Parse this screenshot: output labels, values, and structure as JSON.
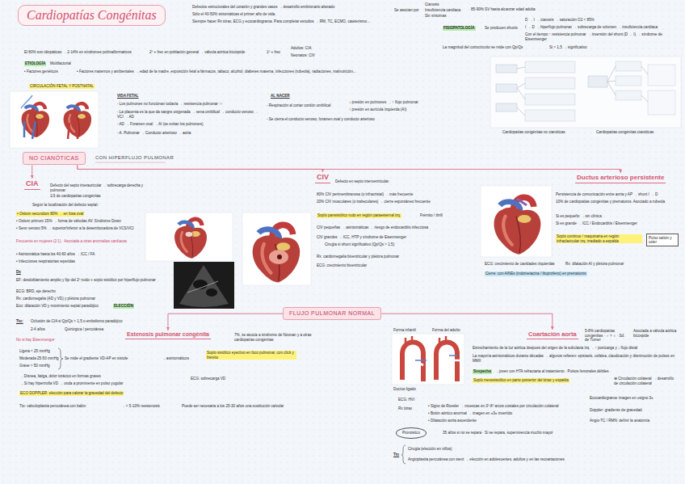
{
  "diagram": {
    "title": "Cardiopatías Congénitas",
    "nodes": [
      {
        "text": [
          "NO CIANÓTICAS"
        ]
      },
      {
        "text": [
          "CIA"
        ]
      },
      {
        "text": [
          "CIV"
        ]
      },
      {
        "text": [
          "Ductus arterioso persistente"
        ]
      },
      {
        "text": [
          "Pulso saltón y celer"
        ]
      },
      {
        "text": [
          "FLUJO PULMONAR NORMAL"
        ]
      },
      {
        "text": [
          "Estenosis pulmonar congénita"
        ]
      },
      {
        "text": [
          "Coartación aorta"
        ]
      },
      {
        "text": [
          "Pronóstico"
        ]
      }
    ],
    "edges": [
      {
        "from": 0,
        "to": 1,
        "arrow": "to"
      },
      {
        "from": 0,
        "to": 2,
        "arrow": "to"
      },
      {
        "from": 0,
        "to": 3,
        "arrow": "to"
      },
      {
        "from": 5,
        "to": 6,
        "arrow": "to"
      },
      {
        "from": 5,
        "to": 7,
        "arrow": "to"
      }
    ],
    "labels": [
      "Defectos estructurales del corazón y grandes vasos → desarrollo embrionario alterado",
      "Sólo el 40-50% sintomáticas el primer año de vida.",
      "Siempre hacer Rx tórax, ECG y ecocardiograma. Para completar estudios → RM, TC, ECMO, cateterismo...",
      "Se asocian por",
      "Cianosis",
      "Insuficiencia cardíaca",
      "Sin síntomas",
      "85-90% SV hasta alcanzar edad adulta",
      "FISIOPATOLOGÍA",
      "Se producen shunts",
      "D → I → cianosis → saturación O2 < 85%",
      "I → D → hiperflujo pulmonar → sobrecarga de volumen → insuficiencia cardíaca",
      "Con el tiempo ↑ resistencia pulmonar → inversión del shunt (D → I) → síndrome de Eisenmenger",
      "La magnitud del cortocircuito se mide con Qp/Qs",
      "Si > 1,5 → significativo",
      "El 80% son idiopáticas → 2-14% en síndromes polimalformativos",
      "2º + frec en población general → válvula aórtica bicúspide",
      "1º + frec",
      "Adultos: CIA",
      "Neonatos: CIV",
      "ETIOLOGÍA",
      "Multifactorial",
      "• Factores genéticos",
      "• Factores maternos y ambientales → edad de la madre, exposición fetal a fármacos, tabaco, alcohol, diabetes materna, infecciones (rubeola), radiaciones, malnutrición...",
      "CIRCULACIÓN FETAL Y POSTNATAL",
      "VIDA FETAL",
      "- Los pulmones no funcionan todavía → resistencia pulmonar ↑↑",
      "- La placenta es la que da sangre oxigenada → vena umbilical → conducto venoso → VCI → AD",
      "- AD → Foramen oval → AI (se evitan los pulmones)",
      "- A. Pulmonar → Conducto arterioso → aorta",
      "AL NACER",
      "- Respiración al cortar cordón umbilical",
      "↓ presión en pulmones → ↑ flujo pulmonar",
      "↑ presión en aurícula izquierda (AI)",
      "- Se cierra el conducto venoso, foramen oval y conducto arterioso",
      "Cardiopatías congénitas no cianóticas",
      "Cardiopatías congénitas cianóticas",
      "CON HIPERFLUJO PULMONAR",
      "Defecto del septo interauricular → sobrecarga derecha y pulmonar",
      "1/3 de cardiopatías congénitas",
      "Según la localización del defecto septal:",
      "• Ostium secundum 80% → en fosa oval",
      "• Ostium primum 15% → forma de válvulas AV: Síndrome Down",
      "• Seno venoso 5% → superior/inferior a la desembocadura de VCS/VCI",
      "Frecuente en mujeres (2:1) · Asociada a otras anomalías cardíacas",
      "• Asintomática hasta los 40-60 años → ICC / FA",
      "• Infecciones respiratorias repetidas",
      "Dx",
      "EF: desdoblamiento amplio y fijo del 2º ruido + soplo sistólico por hiperflujo pulmonar",
      "ECG: BRD, eje derecho",
      "Rx: cardiomegalia (AD y VD) y plétora pulmonar",
      "Eco: dilatación VD y movimiento septal paradójico",
      "ELECCIÓN",
      "Tto:",
      "Oclusión de CIA si Qp/Qs > 1,5 o embolismo paradójico",
      "2-4 años",
      "Quirúrgica / percutánea",
      "No si hay Eisenmenger",
      "Defecto en septo interventricular.",
      "80% CIV perimembranosa (o infracristal) → más frecuente",
      "20% CIV musculares (o trabeculares) → cierre espontáneo frecuente",
      "Soplo pansistólico rudo en región paraesternal izq.",
      "Frémito / thrill",
      "CIV pequeñas → asintomáticas → riesgo de endocarditis infecciosa",
      "CIV grandes → ICC, HTP y síndrome de Eisenmenger",
      "Cirugía si shunt significativo (Qp/Qs > 1,5)",
      "Rx: cardiomegalia biventricular y plétora pulmonar",
      "ECG: crecimiento biventricular",
      "Persistencia de comunicación entre aorta y AP → shunt I → D",
      "10% de cardiopatías congénitas y prematuros. Asociado a rubeola",
      "Si es pequeño → sin clínica",
      "Si es grande → ICC / Endocarditis / Eisenmenger",
      "Soplo continuo / maquinaria en región infraclavicular izq. irradiado a espalda",
      "ECG: crecimiento de cavidades izquierdas",
      "Rx: dilatación AI y plétora pulmonar",
      "Cierre: con AINEs (indometacina / ibuprofeno) en prematuros",
      "7%, se asocia a síndrome de Noonan y a otras cardiopatías congénitas",
      "Ligera < 25 mmHg",
      "Moderada 25-50 mmHg",
      "Grave > 50 mmHg",
      "Se mide el gradiente VD-AP en sístole",
      "→ asintomáticos",
      "Soplo sistólico eyectivo en foco pulmonar, con click y frémito",
      "→ Disnea, fatiga, dolor torácico en formas graves",
      "→ Si hay hipertrofia VD → onda a prominente en pulso yugular",
      "ECG: sobrecarga VD",
      "ECO DOPPLER: elección para valorar la gravedad del defecto",
      "Tto: valvuloplastia percutánea con balón",
      "→ < 5-10% reestenosis",
      "Puede ser necesaria a los 25-30 años una sustitución valvular",
      "Forma infantil",
      "Forma del adulto",
      "Ductus ligado",
      "5-8% cardiopatías congénitas · ♂ > ♀ · Sd. de Turner",
      "Asociada a válvula aórtica bicúspide",
      "Estrechamiento de la luz aórtica después del origen de la subclavia izq → ↑ postcarga y ↓ flujo distal",
      "La mayoría asintomáticos durante décadas → algunos refieren: epistaxis, cefalea, claudicación y disminución de pulsos en MMII",
      "Sospecha",
      "→ joven con HTA refractaria al tratamiento · Pulsos femorales débiles",
      "Soplo mesosistólico en parte posterior del tórax y espalda",
      "⊕ Circulación colateral → desarrollo de circulación colateral",
      "ECG: HVI",
      "Rx tórax",
      "• Signo de Roesler → muescas en 3º-8º arcos costales por circulación colateral",
      "• Botón aórtico anormal → imagen en «3» invertido",
      "• Dilatación aorta ascendente",
      "Ecocardiograma: imagen en «signo 3»",
      "Doppler: gradiente de gravedad",
      "Angio-TC / RMN: definir la anatomía",
      "35 años si no se repara · Si se repara, supervivencia mucho mayor",
      "Tto",
      "Cirugía (elección en niños)",
      "Angioplastia percutánea con stent → elección en adolescentes, adultos y en las recoartaciones"
    ]
  }
}
